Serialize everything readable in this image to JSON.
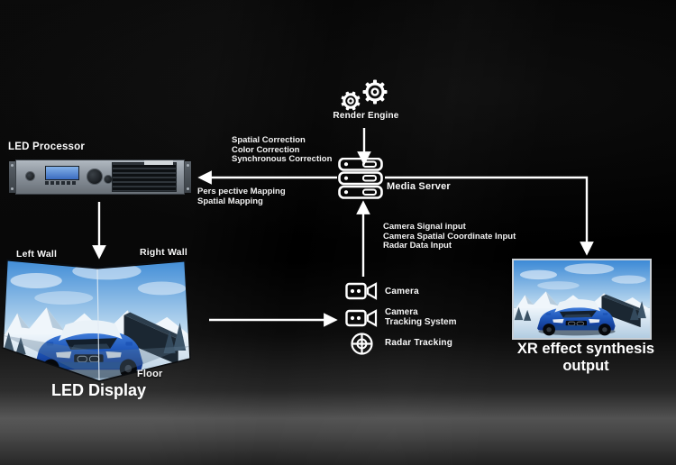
{
  "diagram": {
    "render_engine": {
      "label": "Render Engine",
      "icon": "gears"
    },
    "media_server": {
      "label": "Media Server",
      "icon": "server-stack"
    },
    "led_processor": {
      "label": "LED Processor"
    },
    "led_display": {
      "label": "LED Display",
      "left_wall_label": "Left Wall",
      "right_wall_label": "Right Wall",
      "floor_label": "Floor"
    },
    "xr_output": {
      "label": "XR effect synthesis output"
    },
    "camera": {
      "label": "Camera"
    },
    "camera_tracking": {
      "line1": "Camera",
      "line2": "Tracking System"
    },
    "radar": {
      "label": "Radar Tracking"
    },
    "server_to_processor_notes": {
      "lines": [
        "Spatial Correction",
        "Color Correction",
        "Synchronous Correction"
      ]
    },
    "processor_mapping_notes": {
      "lines": [
        "Pers pective Mapping",
        "Spatial Mapping"
      ]
    },
    "inputs_to_server_notes": {
      "lines": [
        "Camera Signal input",
        "Camera Spatial Coordinate Input",
        "Radar Data Input"
      ]
    }
  },
  "colors": {
    "connector_line": "#ffffff",
    "text": "#f5f5f5",
    "car_blue": "#1d55b8",
    "sky_blue": "#3d8ad6",
    "background": "#000000"
  }
}
